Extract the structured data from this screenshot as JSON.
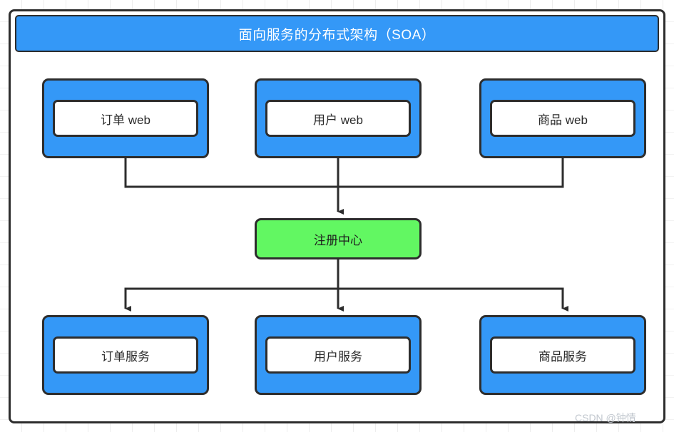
{
  "diagram": {
    "title": "面向服务的分布式架构（SOA）",
    "colors": {
      "title_bar": "#3498f7",
      "node_blue": "#3498f7",
      "node_green": "#62f762",
      "stroke": "#2d2d2d",
      "inner_fill": "#ffffff",
      "watermark": "#c2c8cf"
    },
    "tiers": {
      "web": {
        "nodes": [
          {
            "label": "订单 web"
          },
          {
            "label": "用户 web"
          },
          {
            "label": "商品 web"
          }
        ]
      },
      "registry": {
        "node": {
          "label": "注册中心"
        }
      },
      "service": {
        "nodes": [
          {
            "label": "订单服务"
          },
          {
            "label": "用户服务"
          },
          {
            "label": "商品服务"
          }
        ]
      }
    },
    "watermark": "CSDN @钟情"
  }
}
